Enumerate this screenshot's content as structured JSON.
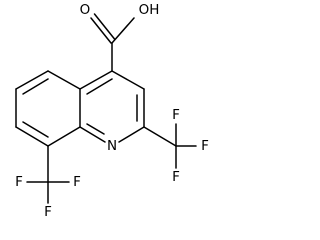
{
  "molecule": {
    "atoms": {
      "hydroxyl": "OH",
      "carbonyl_oxygen": "O",
      "ring_nitrogen": "N",
      "cf3_right": {
        "fluorine_top": "F",
        "fluorine_right": "F",
        "fluorine_bottom": "F"
      },
      "cf3_bottom": {
        "fluorine_left": "F",
        "fluorine_right": "F",
        "fluorine_bottom": "F"
      }
    }
  },
  "colors": {
    "background": "#ffffff",
    "ink": "#000000"
  }
}
